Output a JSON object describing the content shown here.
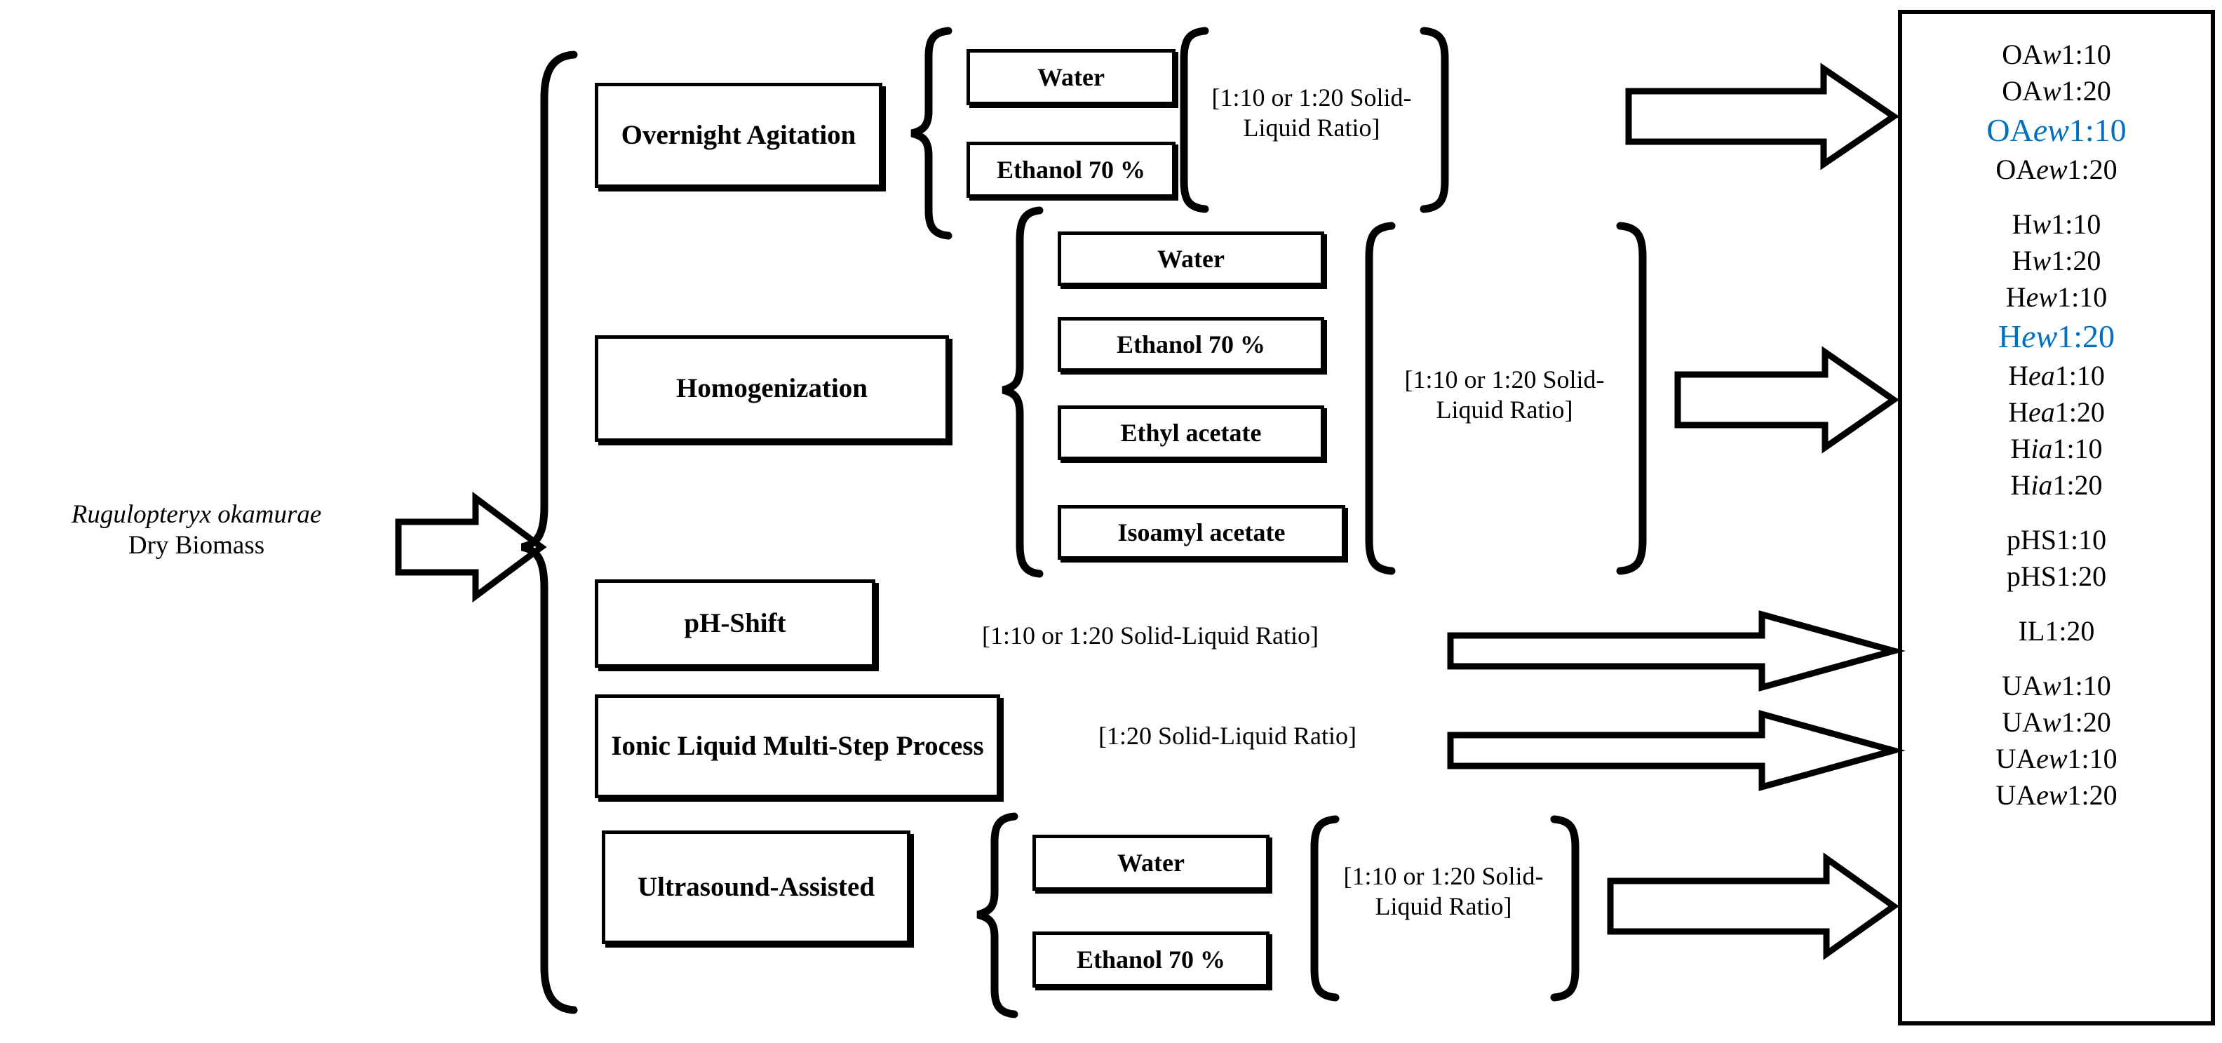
{
  "source": {
    "species": "Rugulopteryx okamurae",
    "descriptor": "Dry Biomass"
  },
  "methods": [
    {
      "id": "overnight-agitation",
      "label": "Overnight Agitation"
    },
    {
      "id": "homogenization",
      "label": "Homogenization"
    },
    {
      "id": "ph-shift",
      "label": "pH-Shift"
    },
    {
      "id": "ionic-liquid",
      "label": "Ionic Liquid Multi-Step Process"
    },
    {
      "id": "ultrasound-assisted",
      "label": "Ultrasound-Assisted"
    }
  ],
  "solvents": {
    "overnight_agitation": [
      "Water",
      "Ethanol 70 %"
    ],
    "homogenization": [
      "Water",
      "Ethanol 70 %",
      "Ethyl acetate",
      "Isoamyl acetate"
    ],
    "ultrasound_assisted": [
      "Water",
      "Ethanol 70 %"
    ]
  },
  "ratios": {
    "overnight_agitation": "[1:10 or 1:20 Solid-Liquid Ratio]",
    "homogenization": "[1:10 or 1:20 Solid-Liquid Ratio]",
    "ph_shift": "[1:10 or 1:20 Solid-Liquid Ratio]",
    "ionic_liquid": "[1:20 Solid-Liquid Ratio]",
    "ultrasound_assisted": "[1:10 or 1:20 Solid-Liquid Ratio]"
  },
  "results": {
    "highlight_color": "#0070C0",
    "groups": [
      {
        "method": "overnight-agitation",
        "entries": [
          {
            "prefix": "OA",
            "solvent": "w",
            "ratio": "1:10",
            "highlight": false
          },
          {
            "prefix": "OA",
            "solvent": "w",
            "ratio": "1:20",
            "highlight": false
          },
          {
            "prefix": "OA",
            "solvent": "ew",
            "ratio": "1:10",
            "highlight": true
          },
          {
            "prefix": "OA",
            "solvent": "ew",
            "ratio": "1:20",
            "highlight": false
          }
        ]
      },
      {
        "method": "homogenization",
        "entries": [
          {
            "prefix": "H",
            "solvent": "w",
            "ratio": "1:10",
            "highlight": false
          },
          {
            "prefix": "H",
            "solvent": "w",
            "ratio": "1:20",
            "highlight": false
          },
          {
            "prefix": "H",
            "solvent": "ew",
            "ratio": "1:10",
            "highlight": false
          },
          {
            "prefix": "H",
            "solvent": "ew",
            "ratio": "1:20",
            "highlight": true
          },
          {
            "prefix": "H",
            "solvent": "ea",
            "ratio": "1:10",
            "highlight": false
          },
          {
            "prefix": "H",
            "solvent": "ea",
            "ratio": "1:20",
            "highlight": false
          },
          {
            "prefix": "H",
            "solvent": "ia",
            "ratio": "1:10",
            "highlight": false
          },
          {
            "prefix": "H",
            "solvent": "ia",
            "ratio": "1:20",
            "highlight": false
          }
        ]
      },
      {
        "method": "ph-shift",
        "entries": [
          {
            "prefix": "pHS",
            "solvent": "",
            "ratio": "1:10",
            "highlight": false
          },
          {
            "prefix": "pHS",
            "solvent": "",
            "ratio": "1:20",
            "highlight": false
          }
        ]
      },
      {
        "method": "ionic-liquid",
        "entries": [
          {
            "prefix": "IL",
            "solvent": "",
            "ratio": "1:20",
            "highlight": false
          }
        ]
      },
      {
        "method": "ultrasound-assisted",
        "entries": [
          {
            "prefix": "UA",
            "solvent": "w",
            "ratio": "1:10",
            "highlight": false
          },
          {
            "prefix": "UA",
            "solvent": "w",
            "ratio": "1:20",
            "highlight": false
          },
          {
            "prefix": "UA",
            "solvent": "ew",
            "ratio": "1:10",
            "highlight": false
          },
          {
            "prefix": "UA",
            "solvent": "ew",
            "ratio": "1:20",
            "highlight": false
          }
        ]
      }
    ]
  }
}
